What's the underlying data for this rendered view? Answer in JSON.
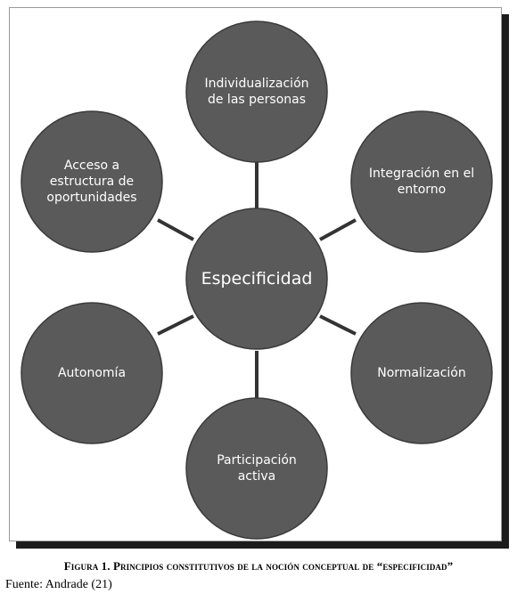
{
  "diagram": {
    "center": "Especificidad",
    "nodes": [
      "Individualización\nde las personas",
      "Integración en el\nentorno",
      "Normalización",
      "Participación\nactiva",
      "Autonomía",
      "Acceso a\nestructura de\noportunidades"
    ]
  },
  "caption": "Figura 1. Principios constitutivos de la noción conceptual de “especificidad”",
  "source": "Fuente: Andrade (21)",
  "colors": {
    "node_fill": "#5a5a5a",
    "node_stroke": "#3a3a3a",
    "connector": "#333333",
    "label": "#ffffff"
  }
}
